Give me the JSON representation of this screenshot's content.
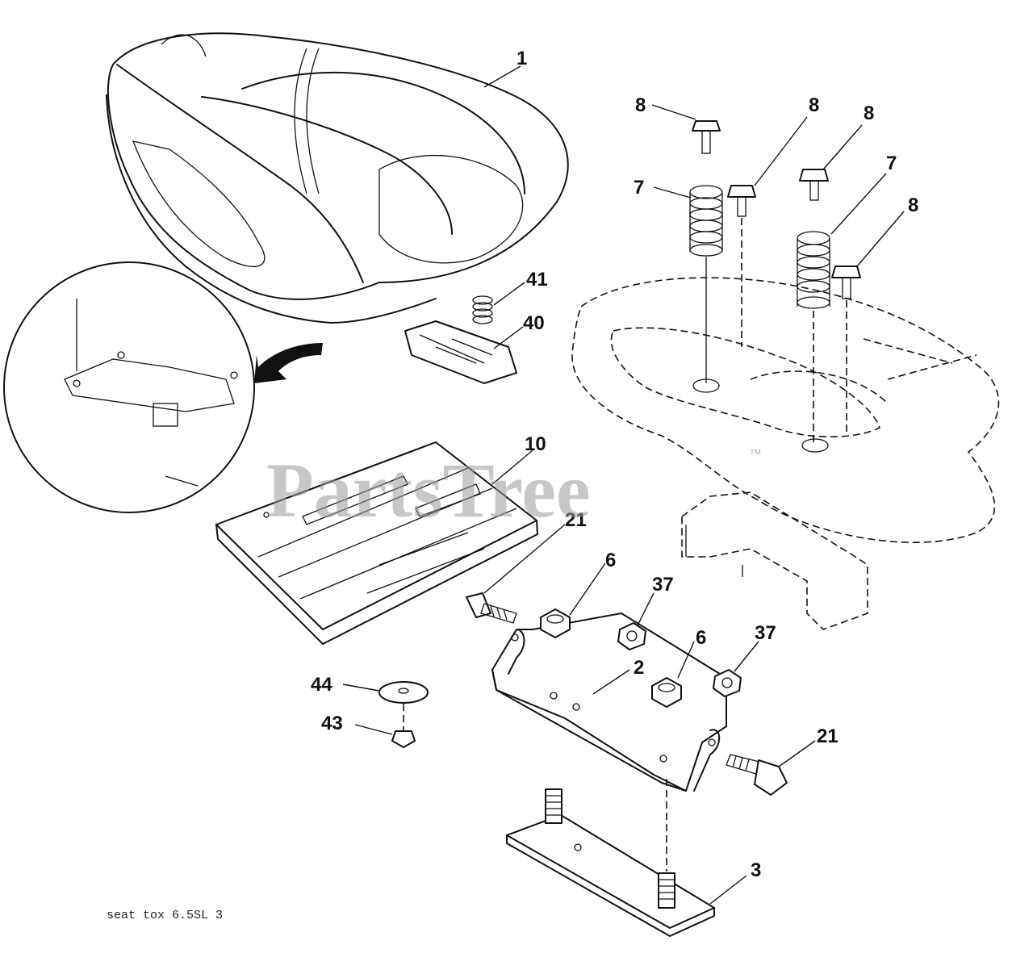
{
  "diagram": {
    "callouts": [
      "1",
      "8",
      "8",
      "8",
      "7",
      "7",
      "8",
      "41",
      "40",
      "10",
      "21",
      "6",
      "37",
      "6",
      "37",
      "2",
      "44",
      "43",
      "21",
      "3"
    ],
    "watermark": "PartsTree",
    "trademark": "™",
    "reference": "seat tox 6.5SL 3"
  }
}
